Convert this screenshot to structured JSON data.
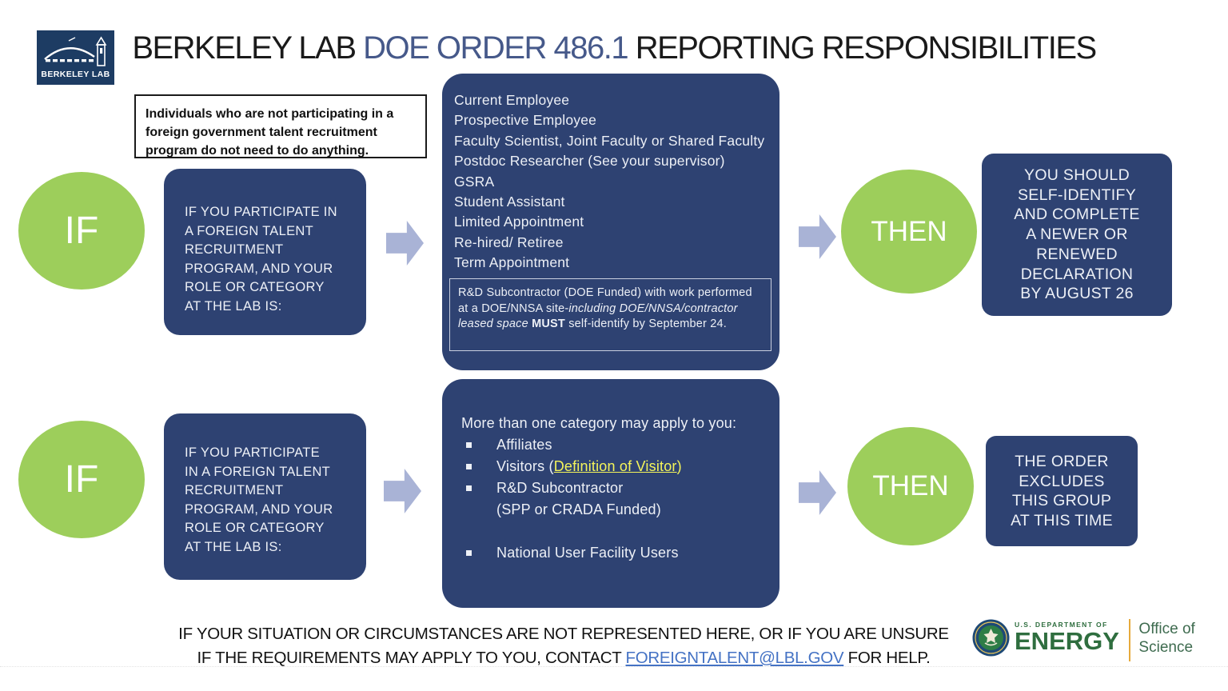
{
  "colors": {
    "navy": "#2e4272",
    "green": "#9dce5b",
    "arrow_blue": "#a9b3d6",
    "title_accent": "#46598a",
    "link_yellow": "#f4f45a",
    "link_blue": "#4472c4",
    "doe_green": "#2f6e3f",
    "doe_gold": "#e6aa3c"
  },
  "header": {
    "logo_label": "BERKELEY LAB",
    "title_part1": "BERKELEY LAB ",
    "title_part2": "DOE ORDER 486.1",
    "title_part3": " REPORTING RESPONSIBILITIES"
  },
  "note": {
    "text": "Individuals who are not participating in a foreign government talent recruitment program do not need to do anything."
  },
  "row1": {
    "if_label": "IF",
    "condition": "IF YOU  PARTICIPATE IN\nA FOREIGN  TALENT\nRECRUITMENT\nPROGRAM,  AND YOUR\nROLE OR CATEGORY\nAT THE LAB IS:",
    "categories": [
      "Current Employee",
      "Prospective Employee",
      "Faculty Scientist, Joint Faculty or Shared Faculty",
      "Postdoc Researcher (See your supervisor)",
      "GSRA",
      "Student Assistant",
      "Limited Appointment",
      "Re-hired/ Retiree",
      "Term Appointment"
    ],
    "subnote": {
      "normal1": "R&D Subcontractor (DOE Funded) with work performed at a DOE/NNSA site-",
      "italic": "including DOE/NNSA/contractor leased space",
      "bold": "MUST",
      "normal2": " self-identify by September 24."
    },
    "then_label": "THEN",
    "result": "YOU SHOULD\nSELF-IDENTIFY\nAND COMPLETE\nA NEWER OR\nRENEWED\nDECLARATION\nBY AUGUST 26"
  },
  "row2": {
    "if_label": "IF",
    "condition": "IF YOU  PARTICIPATE\nIN A FOREIGN TALENT\nRECRUITMENT\nPROGRAM, AND YOUR\nROLE OR CATEGORY\nAT THE LAB IS:",
    "intro": "More than one category may apply to you:",
    "bullets": {
      "affiliates": "Affiliates",
      "visitors_pre": "Visitors (",
      "visitors_link": "Definition of Visitor",
      "visitors_post": ")",
      "rd_line1": "R&D Subcontractor",
      "rd_line2": "(SPP or CRADA Funded)",
      "national": "National User Facility Users"
    },
    "then_label": "THEN",
    "result": "THE ORDER\nEXCLUDES\nTHIS GROUP\nAT THIS TIME"
  },
  "footer": {
    "line1": "IF YOUR SITUATION OR CIRCUMSTANCES ARE NOT REPRESENTED HERE, OR IF YOU ARE UNSURE",
    "line2_pre": "IF THE REQUIREMENTS MAY APPLY TO YOU, CONTACT ",
    "email_link": "FOREIGNTALENT@LBL.GOV",
    "line2_post": " FOR HELP."
  },
  "doe_logo": {
    "dept": "U.S. DEPARTMENT OF",
    "energy": "ENERGY",
    "office_line1": "Office of",
    "office_line2": "Science"
  }
}
